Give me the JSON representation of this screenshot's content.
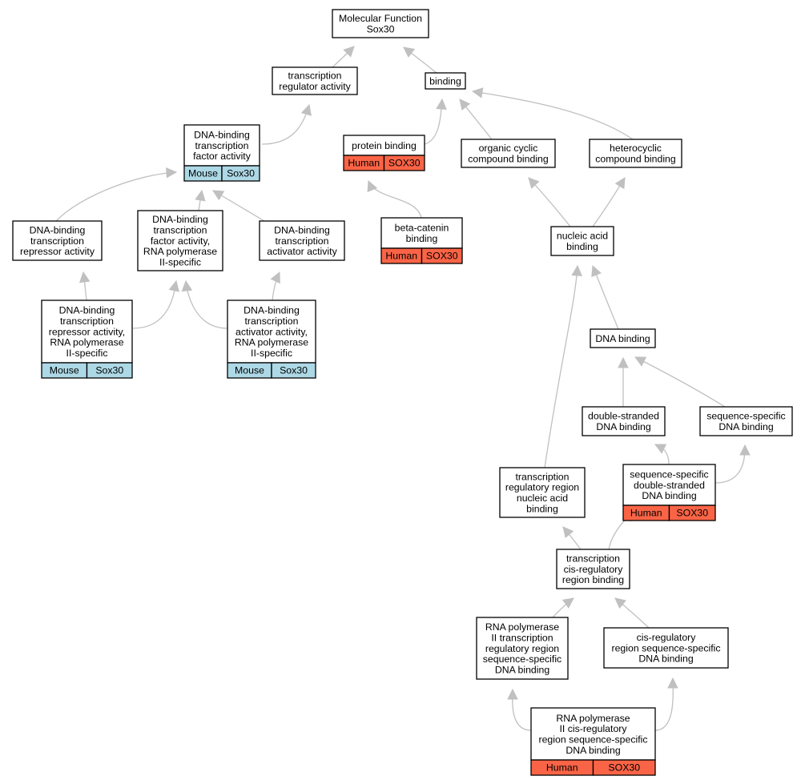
{
  "graph": {
    "root": "Molecular Function\nSox30",
    "terms": {
      "transcription_regulator_activity": "transcription\nregulator activity",
      "binding": "binding",
      "dna_binding_tf_activity": "DNA-binding\ntranscription\nfactor activity",
      "protein_binding": "protein binding",
      "organic_cyclic_compound_binding": "organic cyclic\ncompound binding",
      "heterocyclic_compound_binding": "heterocyclic\ncompound binding",
      "dna_binding_tr_repressor_activity": "DNA-binding\ntranscription\nrepressor activity",
      "dna_binding_tf_activity_rnap2": "DNA-binding\ntranscription\nfactor activity,\nRNA polymerase\nII-specific",
      "dna_binding_tr_activator_activity": "DNA-binding\ntranscription\nactivator activity",
      "beta_catenin_binding": "beta-catenin\nbinding",
      "nucleic_acid_binding": "nucleic acid\nbinding",
      "dna_binding_tr_repressor_activity_rnap2": "DNA-binding\ntranscription\nrepressor activity,\nRNA polymerase\nII-specific",
      "dna_binding_tr_activator_activity_rnap2": "DNA-binding\ntranscription\nactivator activity,\nRNA polymerase\nII-specific",
      "dna_binding": "DNA binding",
      "double_stranded_dna_binding": "double-stranded\nDNA binding",
      "sequence_specific_dna_binding": "sequence-specific\nDNA binding",
      "transcription_regulatory_region_nucleic_acid_binding": "transcription\nregulatory region\nnucleic acid\nbinding",
      "sequence_specific_ds_dna_binding": "sequence-specific\ndouble-stranded\nDNA binding",
      "transcription_cis_regulatory_region_binding": "transcription\ncis-regulatory\nregion binding",
      "rnap2_transcription_regulatory_region_ssdna_binding": "RNA polymerase\nII transcription\nregulatory region\nsequence-specific\nDNA binding",
      "cis_regulatory_region_ssdna_binding": "cis-regulatory\nregion sequence-specific\nDNA binding",
      "rnap2_cis_regulatory_region_ssdna_binding": "RNA polymerase\nII cis-regulatory\nregion sequence-specific\nDNA binding"
    },
    "annotation_labels": {
      "mouse": "Mouse",
      "human": "Human",
      "gene_mouse": "Sox30",
      "gene_human": "SOX30"
    },
    "annotated_terms": {
      "dna_binding_tf_activity": "mouse",
      "dna_binding_tr_repressor_activity_rnap2": "mouse",
      "dna_binding_tr_activator_activity_rnap2": "mouse",
      "protein_binding": "human",
      "beta_catenin_binding": "human",
      "sequence_specific_ds_dna_binding": "human",
      "rnap2_cis_regulatory_region_ssdna_binding": "human"
    },
    "colors": {
      "mouse": "#add8e6",
      "human": "#fa6446",
      "edge": "#c0c0c0",
      "border": "#000000"
    }
  }
}
